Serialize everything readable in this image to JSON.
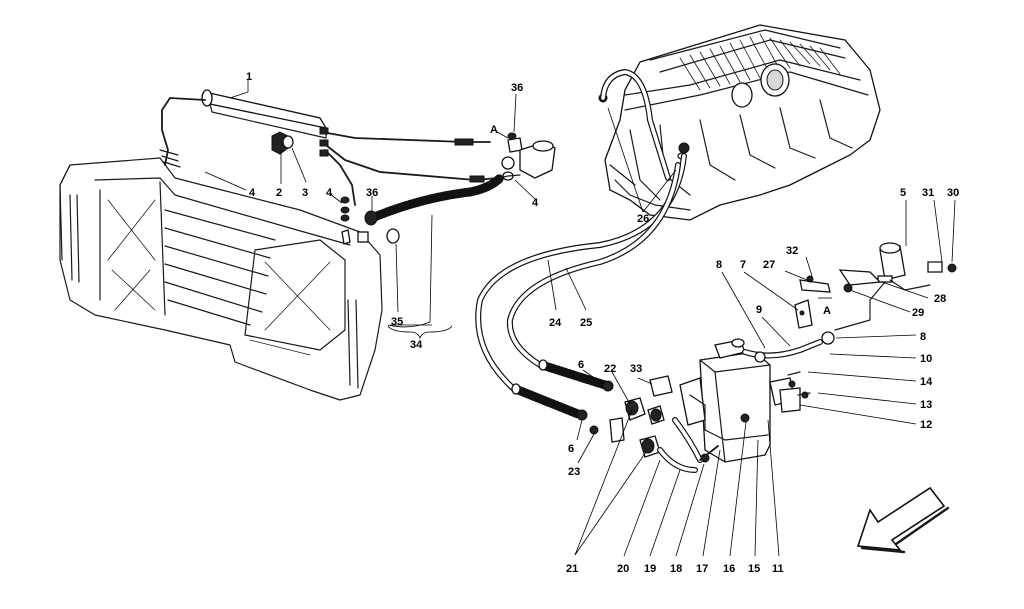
{
  "callouts": {
    "c1": "1",
    "c2": "2",
    "c3": "3",
    "c4a": "4",
    "c4b": "4",
    "c4c": "4",
    "c5": "5",
    "c6a": "6",
    "c6b": "6",
    "c7": "7",
    "c8a": "8",
    "c8b": "8",
    "c9": "9",
    "c10": "10",
    "c11": "11",
    "c12": "12",
    "c13": "13",
    "c14": "14",
    "c15": "15",
    "c16": "16",
    "c17": "17",
    "c18": "18",
    "c19": "19",
    "c20": "20",
    "c21": "21",
    "c22": "22",
    "c23": "23",
    "c24": "24",
    "c25": "25",
    "c26": "26",
    "c27": "27",
    "c28": "28",
    "c29": "29",
    "c30": "30",
    "c31": "31",
    "c32": "32",
    "c33": "33",
    "c34": "34",
    "c35": "35",
    "c36a": "36",
    "c36b": "36",
    "refA1": "A",
    "refA2": "A"
  },
  "icons": {
    "direction": "arrow-down-left-icon"
  }
}
